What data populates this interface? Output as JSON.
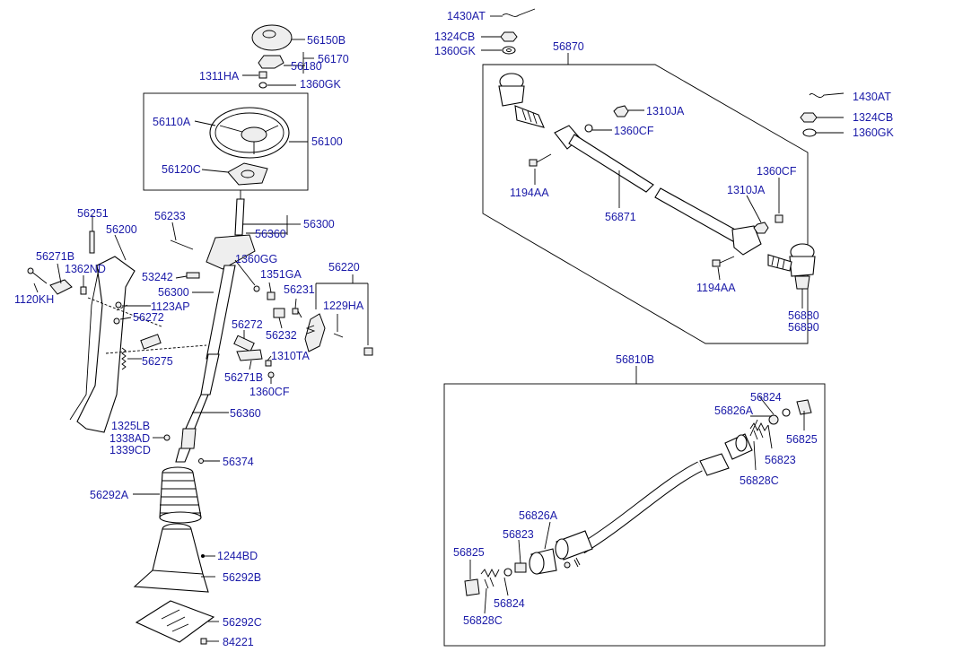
{
  "labels": {
    "l56150B": "56150B",
    "l56180": "56180",
    "l56170": "56170",
    "l1311HA": "1311HA",
    "l1360GK_a": "1360GK",
    "l56110A": "56110A",
    "l56100": "56100",
    "l56120C": "56120C",
    "l56251": "56251",
    "l56200": "56200",
    "l56233": "56233",
    "l56300_a": "56300",
    "l56360_a": "56360",
    "l56271B_a": "56271B",
    "l1362ND": "1362ND",
    "l1360GG": "1360GG",
    "l53242": "53242",
    "l1351GA": "1351GA",
    "l56220": "56220",
    "l1120KH": "1120KH",
    "l56300_b": "56300",
    "l56231": "56231",
    "l1123AP": "1123AP",
    "l1229HA": "1229HA",
    "l56272_a": "56272",
    "l56272_b": "56272",
    "l56232": "56232",
    "l56275": "56275",
    "l1310TA": "1310TA",
    "l56271B_b": "56271B",
    "l1360CF_a": "1360CF",
    "l56360_b": "56360",
    "l1325LB": "1325LB",
    "l1338AD": "1338AD",
    "l1339CD": "1339CD",
    "l56374": "56374",
    "l56292A": "56292A",
    "l1244BD": "1244BD",
    "l56292B": "56292B",
    "l56292C": "56292C",
    "l84221": "84221",
    "l1430AT_a": "1430AT",
    "l1324CB_a": "1324CB",
    "l1360GK_b": "1360GK",
    "l56870": "56870",
    "l1310JA_a": "1310JA",
    "l1360CF_b": "1360CF",
    "l1430AT_b": "1430AT",
    "l1324CB_b": "1324CB",
    "l1360GK_c": "1360GK",
    "l1194AA_a": "1194AA",
    "l56871": "56871",
    "l1360CF_c": "1360CF",
    "l1310JA_b": "1310JA",
    "l1194AA_b": "1194AA",
    "l56880": "56880",
    "l56890": "56890",
    "l56810B": "56810B",
    "l56824_a": "56824",
    "l56826A_a": "56826A",
    "l56825_a": "56825",
    "l56823_a": "56823",
    "l56828C_a": "56828C",
    "l56826A_b": "56826A",
    "l56823_b": "56823",
    "l56825_b": "56825",
    "l56824_b": "56824",
    "l56828C_b": "56828C"
  }
}
